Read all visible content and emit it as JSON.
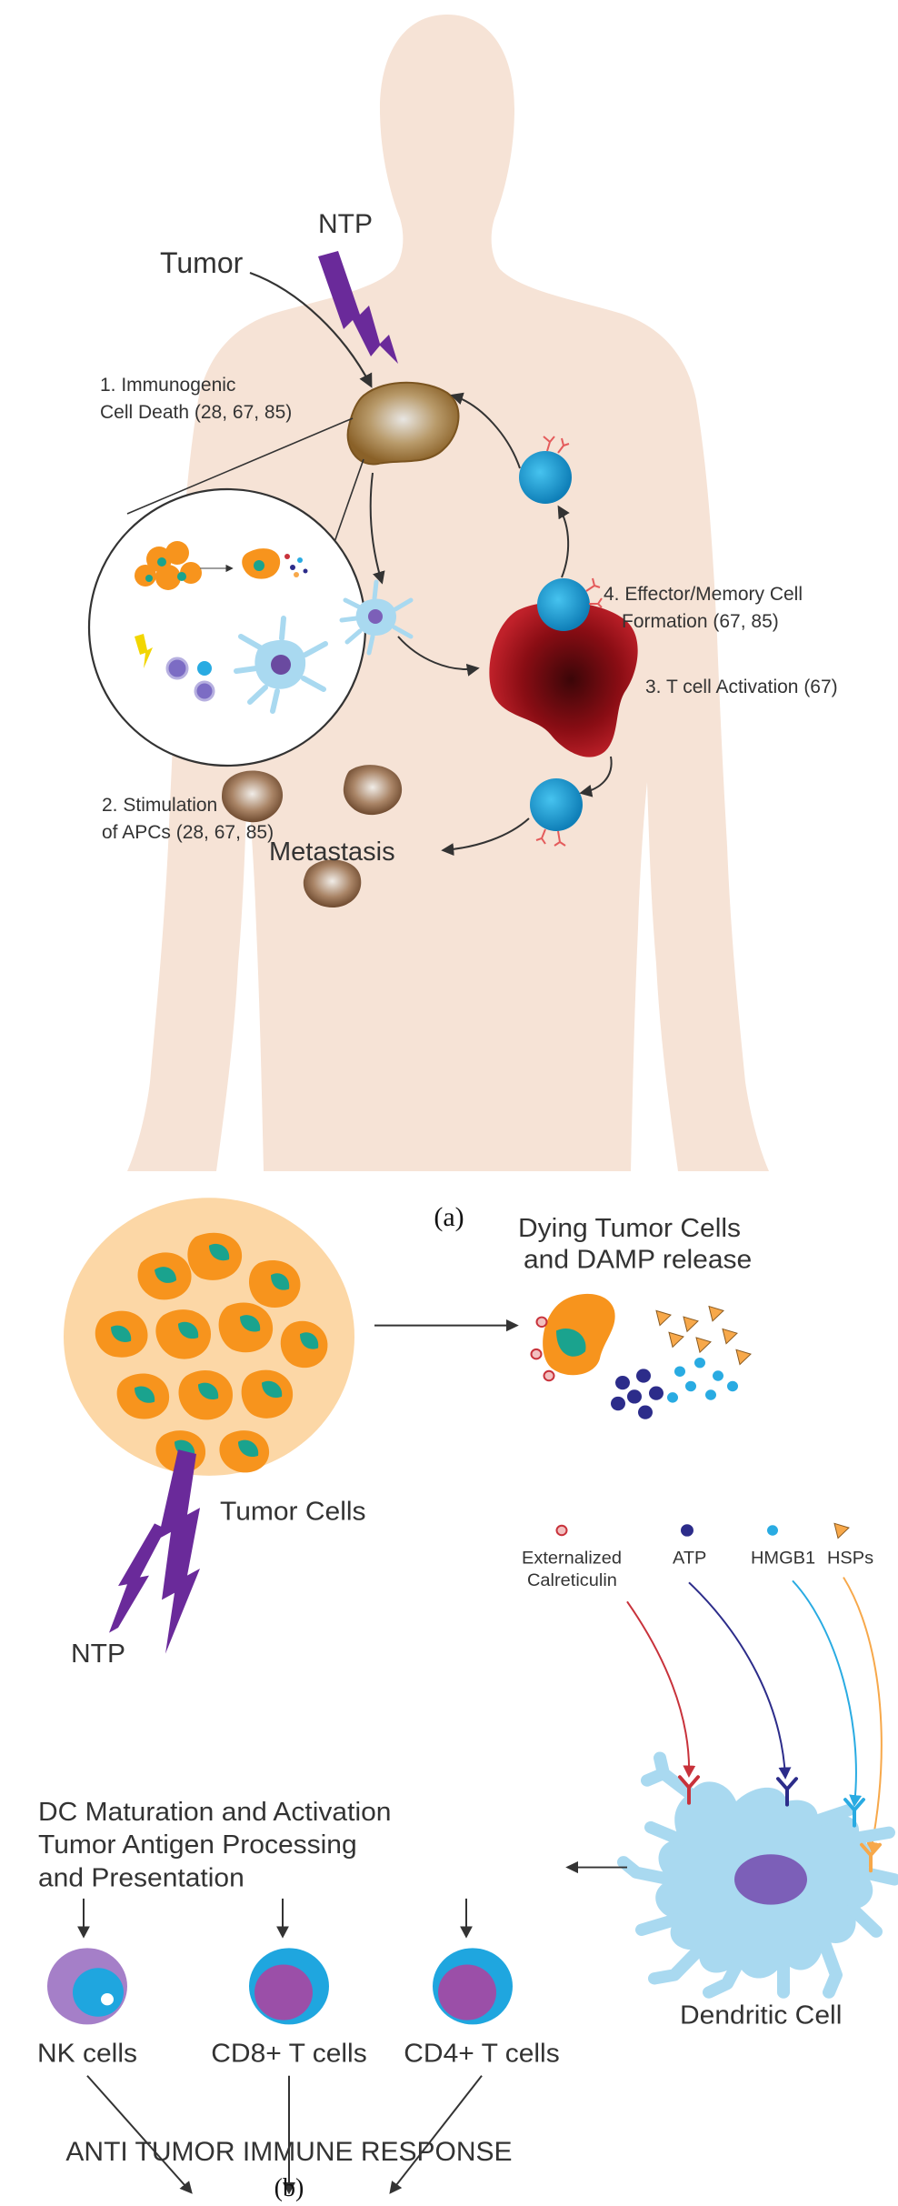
{
  "panel_a": {
    "tumor": "Tumor",
    "ntp": "NTP",
    "step1_line1": "1. Immunogenic",
    "step1_line2": "Cell Death (28, 67, 85)",
    "step2_line1": "2. Stimulation",
    "step2_line2": "of APCs (28, 67, 85)",
    "step3": "3. T cell Activation (67)",
    "step4_line1": "4. Effector/Memory Cell",
    "step4_line2": "Formation (67, 85)",
    "metastasis": "Metastasis",
    "caption": "(a)"
  },
  "panel_b": {
    "dying_line1": "Dying Tumor Cells",
    "dying_line2": "and DAMP release",
    "tumor_cells": "Tumor Cells",
    "ntp": "NTP",
    "calreticulin_line1": "Externalized",
    "calreticulin_line2": "Calreticulin",
    "atp": "ATP",
    "hmgb1": "HMGB1",
    "hsps": "HSPs",
    "dc_line1": "DC Maturation and Activation",
    "dc_line2": "Tumor Antigen Processing",
    "dc_line3": "and Presentation",
    "dendritic_cell": "Dendritic Cell",
    "nk_cells": "NK cells",
    "cd8": "CD8+ T cells",
    "cd4": "CD4+ T cells",
    "response": "ANTI TUMOR IMMUNE RESPONSE",
    "caption": "(b)"
  },
  "colors": {
    "skin": "#f6e3d6",
    "tumor_brown": "#9a7033",
    "tcell_blue": "#1aa9dd",
    "lymph_red": "#a3111a",
    "ntp_purple": "#6a2a9a",
    "tumor_orange": "#f7941d",
    "nucleus_teal": "#1aa38e",
    "dc_blue": "#a9d9f0",
    "calreticulin": "#c8323b",
    "atp": "#2c2c8a",
    "hmgb1": "#29abe2",
    "hsps": "#f7a84a"
  }
}
